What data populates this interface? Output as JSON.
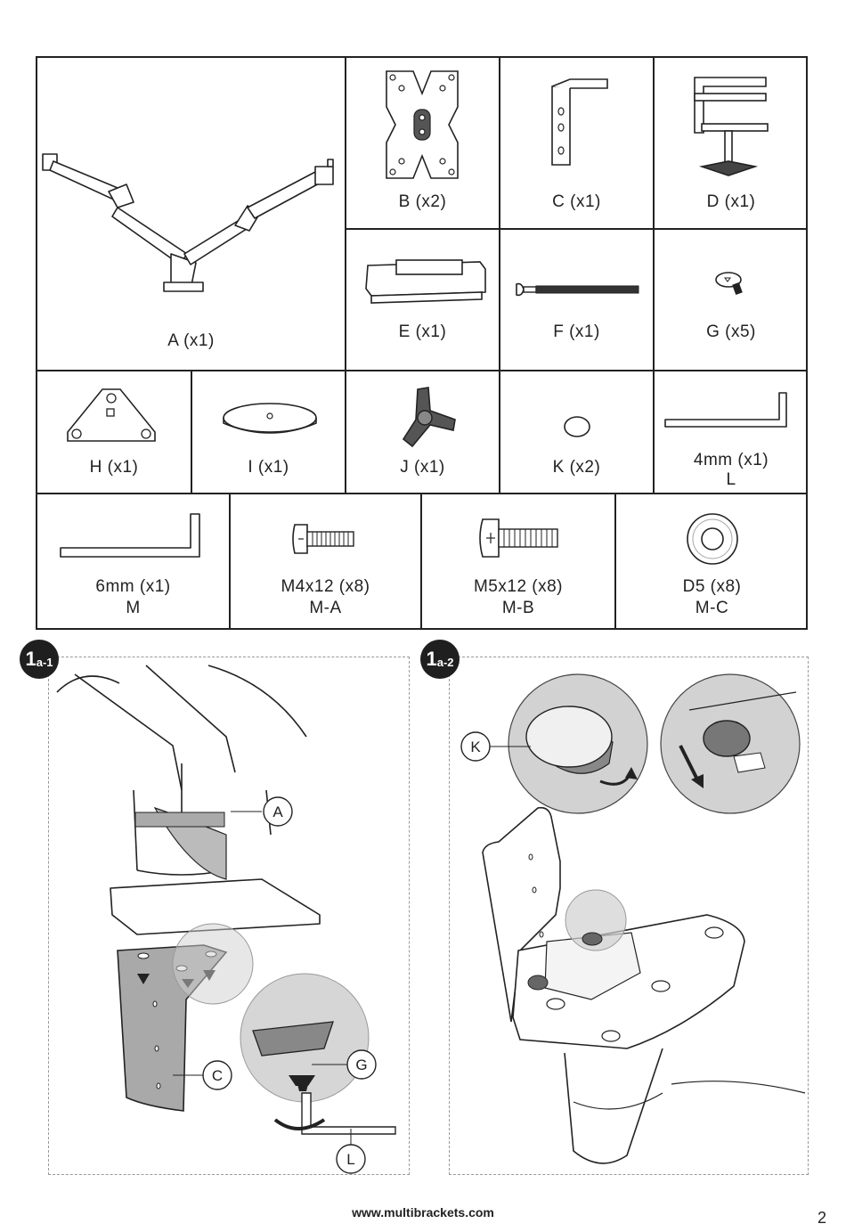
{
  "parts": {
    "A": "A (x1)",
    "B": "B (x2)",
    "C": "C (x1)",
    "D": "D (x1)",
    "E": "E (x1)",
    "F": "F (x1)",
    "G": "G (x5)",
    "H": "H (x1)",
    "I": "I (x1)",
    "J": "J (x1)",
    "K": "K (x2)",
    "L_size": "4mm (x1)",
    "L_code": "L",
    "M_size": "6mm (x1)",
    "M_code": "M",
    "MA_size": "M4x12 (x8)",
    "MA_code": "M-A",
    "MB_size": "M5x12 (x8)",
    "MB_code": "M-B",
    "MC_size": "D5 (x8)",
    "MC_code": "M-C"
  },
  "steps": [
    {
      "num": "1",
      "sub": "a-1",
      "callouts": [
        "A",
        "C",
        "G",
        "L"
      ]
    },
    {
      "num": "1",
      "sub": "a-2",
      "callouts": [
        "K"
      ]
    }
  ],
  "footer": {
    "url": "www.multibrackets.com",
    "page": "2"
  }
}
